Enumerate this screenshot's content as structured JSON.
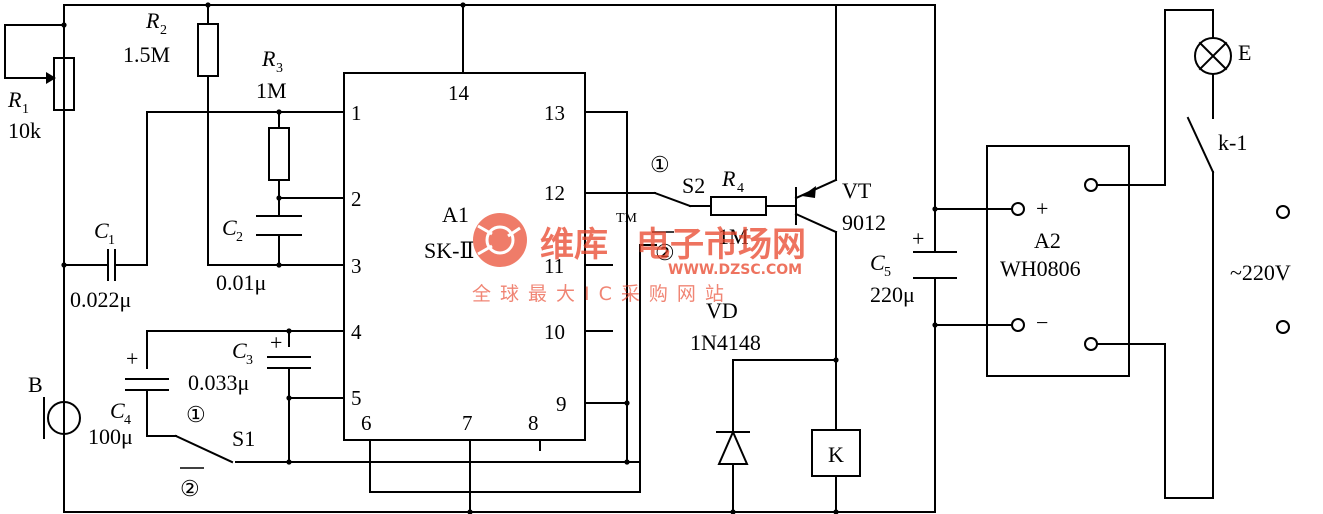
{
  "components": {
    "r1": {
      "ref": "R",
      "sub": "1",
      "value": "10k"
    },
    "r2": {
      "ref": "R",
      "sub": "2",
      "value": "1.5M"
    },
    "r3": {
      "ref": "R",
      "sub": "3",
      "value": "1M"
    },
    "r4": {
      "ref": "R",
      "sub": "4",
      "value": "1M"
    },
    "c1": {
      "ref": "C",
      "sub": "1",
      "value": "0.022μ"
    },
    "c2": {
      "ref": "C",
      "sub": "2",
      "value": "0.01μ"
    },
    "c3": {
      "ref": "C",
      "sub": "3",
      "value": "0.033μ"
    },
    "c4": {
      "ref": "C",
      "sub": "4",
      "value": "100μ"
    },
    "c5": {
      "ref": "C",
      "sub": "5",
      "value": "220μ"
    },
    "mic": {
      "ref": "B"
    },
    "s1": {
      "ref": "S1",
      "pos1": "①",
      "pos2": "②"
    },
    "s2": {
      "ref": "S2",
      "pos1": "①",
      "pos2": "②"
    },
    "ic1": {
      "ref": "A1",
      "part": "SK-Ⅱ",
      "pins": [
        "1",
        "2",
        "3",
        "4",
        "5",
        "6",
        "7",
        "8",
        "9",
        "10",
        "11",
        "12",
        "13",
        "14"
      ]
    },
    "ic2": {
      "ref": "A2",
      "part": "WH0806",
      "plus": "+",
      "minus": "−"
    },
    "vt": {
      "ref": "VT",
      "part": "9012"
    },
    "vd": {
      "ref": "VD",
      "part": "1N4148"
    },
    "relay": {
      "ref": "K",
      "contact": "k-1"
    },
    "lamp": {
      "ref": "E"
    },
    "mains": {
      "label": "~220V"
    }
  },
  "watermark": {
    "brand": "维库",
    "tm": "TM",
    "site": "电子市场网",
    "url": "WWW.DZSC.COM",
    "slogan": "全球最大IC采购网站"
  },
  "colors": {
    "ink": "#000000",
    "watermark": "#e8442a"
  }
}
